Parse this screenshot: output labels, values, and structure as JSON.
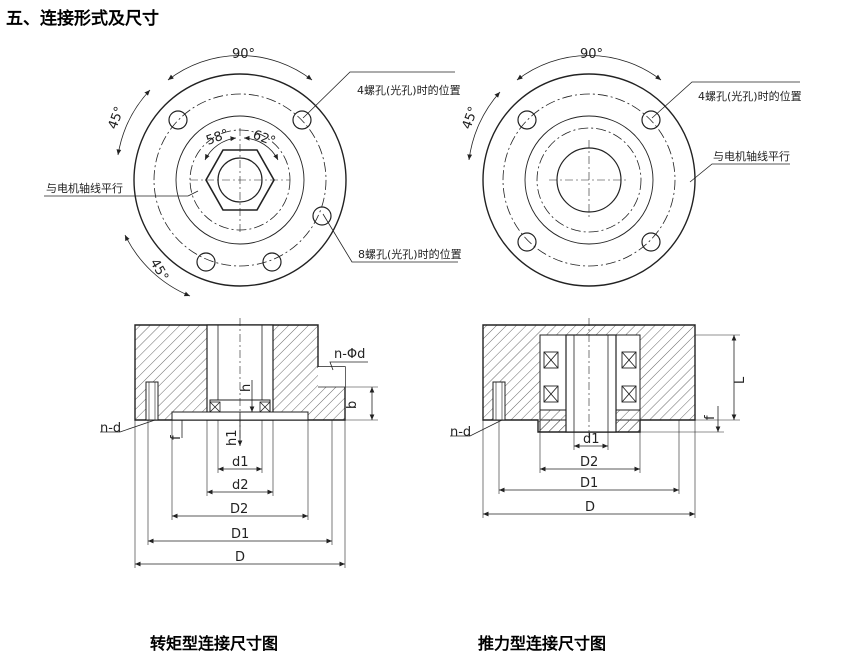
{
  "section_title": "五、连接形式及尺寸",
  "captions": {
    "left": "转矩型连接尺寸图",
    "right": "推力型连接尺寸图"
  },
  "top_left_view": {
    "angle_90": "90°",
    "angle_45_top": "45°",
    "angle_45_bottom": "45°",
    "angle_58": "58°",
    "angle_62": "62°",
    "note_4_holes": "4螺孔(光孔)时的位置",
    "note_8_holes": "8螺孔(光孔)时的位置",
    "note_parallel": "与电机轴线平行"
  },
  "top_right_view": {
    "angle_90": "90°",
    "angle_45": "45°",
    "note_4_holes": "4螺孔(光孔)时的位置",
    "note_parallel": "与电机轴线平行"
  },
  "bottom_left_view": {
    "n_phi_d": "n-Φd",
    "n_d": "n-d",
    "b": "b",
    "f": "f",
    "h1": "h1",
    "h": "h",
    "d1": "d1",
    "d2": "d2",
    "D2": "D2",
    "D1": "D1",
    "D": "D"
  },
  "bottom_right_view": {
    "n_d": "n-d",
    "L": "L",
    "f": "f",
    "d1": "d1",
    "D2": "D2",
    "D1": "D1",
    "D": "D"
  }
}
